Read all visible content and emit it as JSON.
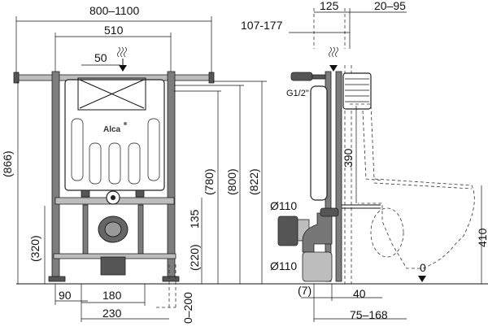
{
  "brand": "Alca",
  "front_view": {
    "width_range": "800–1100",
    "frame_width": "510",
    "button_offset": "50",
    "height_total_left": "(866)",
    "support_height": "(780)",
    "height_800": "(800)",
    "height_822": "(822)",
    "drain_height": "(320)",
    "drain_center": "(220)",
    "offset_135": "135",
    "leg_90": "90",
    "spacing_180": "180",
    "spacing_230": "230",
    "floor_adjust": "0–200"
  },
  "side_view": {
    "depth_125": "125",
    "depth_20_95": "20–95",
    "depth_107_177": "107-177",
    "water_inlet": "G1/2\"",
    "height_390": "390",
    "pipe_110_top": "Ø110",
    "pipe_110_bottom": "Ø110",
    "offset_7": "(7)",
    "offset_40": "40",
    "offset_75_168": "75–168",
    "height_410": "410",
    "floor_zero": "0"
  }
}
